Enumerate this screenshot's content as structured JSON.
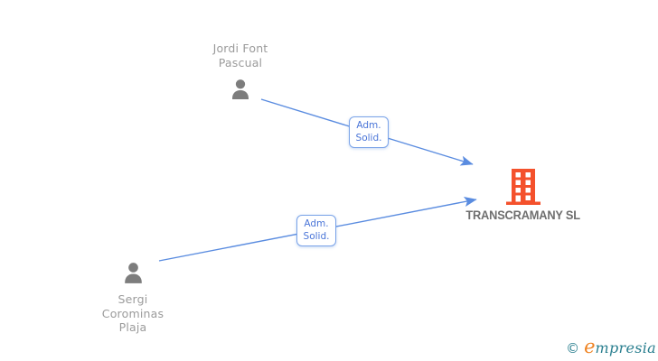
{
  "colors": {
    "arrow": "#5a8ce0",
    "label_border": "#7aa3e8",
    "label_text": "#4a75d8",
    "person_icon": "#7d7d7d",
    "person_name": "#9b9b9b",
    "company_name": "#6e6e6e",
    "building": "#f4512c",
    "brand_teal": "#2a7f8f",
    "brand_orange": "#ef8322"
  },
  "persons": [
    {
      "full_name": "Jordi Font Pascual",
      "name_lines": [
        "Jordi Font",
        "Pascual"
      ]
    },
    {
      "full_name": "Sergi Corominas Plaja",
      "name_lines": [
        "Sergi",
        "Corominas",
        "Plaja"
      ]
    }
  ],
  "company": {
    "name": "TRANSCRAMANY SL"
  },
  "relations": [
    {
      "from": "Jordi Font Pascual",
      "to": "TRANSCRAMANY SL",
      "label": "Adm. Solid.",
      "label_lines": [
        "Adm.",
        "Solid."
      ]
    },
    {
      "from": "Sergi Corominas Plaja",
      "to": "TRANSCRAMANY SL",
      "label": "Adm. Solid.",
      "label_lines": [
        "Adm.",
        "Solid."
      ]
    }
  ],
  "watermark": {
    "copyright_symbol": "©",
    "brand_initial": "e",
    "brand_rest": "mpresia"
  }
}
